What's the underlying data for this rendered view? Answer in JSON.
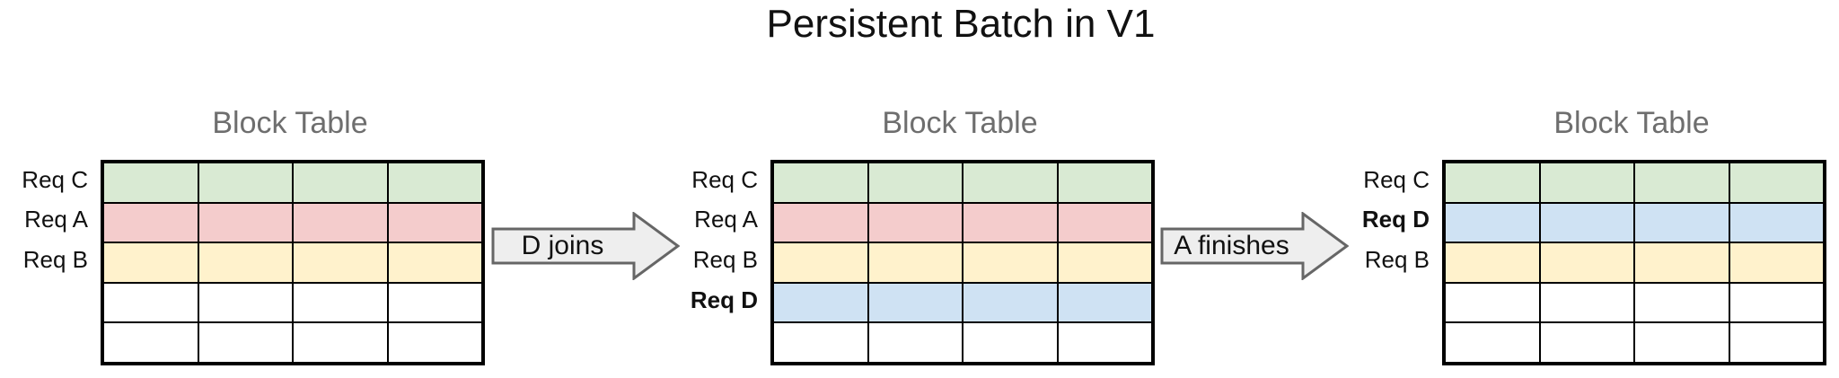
{
  "title": "Persistent Batch in V1",
  "palette": {
    "green": "#d9ead3",
    "red": "#f4cccc",
    "yellow": "#fff2cc",
    "blue": "#cfe2f3",
    "white": "#ffffff"
  },
  "colors": {
    "heading_text": "#6e6e6e",
    "table_border": "#000000",
    "arrow_fill": "#eeeeee",
    "arrow_stroke": "#666666"
  },
  "grid": {
    "columns": 4,
    "rows": 5
  },
  "tables": [
    {
      "heading": "Block Table",
      "rows": [
        {
          "label": "Req C",
          "bold": false,
          "color": "green"
        },
        {
          "label": "Req A",
          "bold": false,
          "color": "red"
        },
        {
          "label": "Req B",
          "bold": false,
          "color": "yellow"
        },
        {
          "label": "",
          "bold": false,
          "color": "white"
        },
        {
          "label": "",
          "bold": false,
          "color": "white"
        }
      ]
    },
    {
      "heading": "Block Table",
      "rows": [
        {
          "label": "Req C",
          "bold": false,
          "color": "green"
        },
        {
          "label": "Req A",
          "bold": false,
          "color": "red"
        },
        {
          "label": "Req B",
          "bold": false,
          "color": "yellow"
        },
        {
          "label": "Req D",
          "bold": true,
          "color": "blue"
        },
        {
          "label": "",
          "bold": false,
          "color": "white"
        }
      ]
    },
    {
      "heading": "Block Table",
      "rows": [
        {
          "label": "Req C",
          "bold": false,
          "color": "green"
        },
        {
          "label": "Req D",
          "bold": true,
          "color": "blue"
        },
        {
          "label": "Req B",
          "bold": false,
          "color": "yellow"
        },
        {
          "label": "",
          "bold": false,
          "color": "white"
        },
        {
          "label": "",
          "bold": false,
          "color": "white"
        }
      ]
    }
  ],
  "arrows": [
    {
      "label": "D joins"
    },
    {
      "label": "A finishes"
    }
  ]
}
